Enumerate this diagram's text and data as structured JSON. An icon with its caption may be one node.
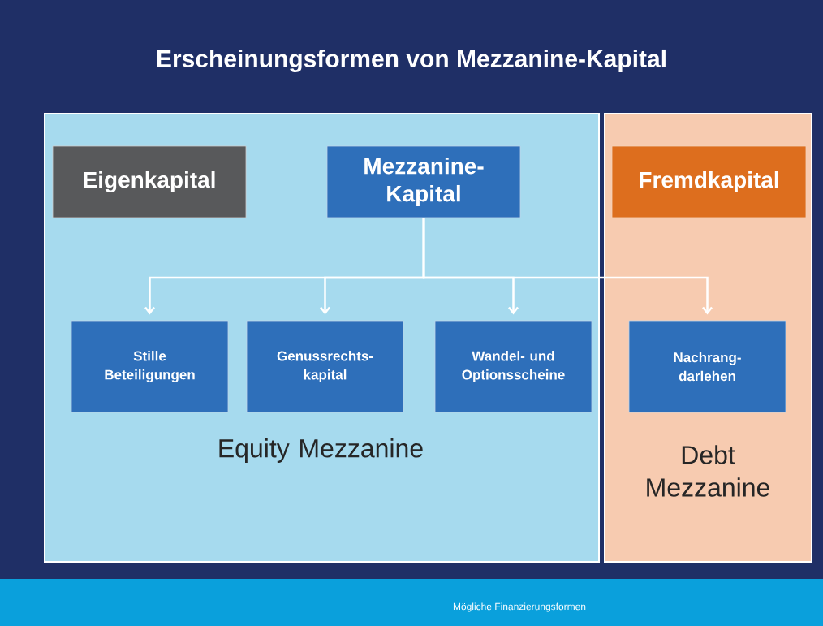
{
  "diagram": {
    "title": "Erscheinungsformen von Mezzanine-Kapital",
    "nodes": [
      {
        "text": [
          "Equity Mezzanine"
        ]
      },
      {
        "text": [
          "Debt Mezzanine"
        ]
      },
      {
        "text": [
          "Eigenkapital"
        ],
        "in": 0
      },
      {
        "text": [
          "Mezzanine- Kapital"
        ],
        "in": 0
      },
      {
        "text": [
          "Fremdkapital"
        ],
        "in": 1
      },
      {
        "text": [
          "Stille Beteiligungen"
        ],
        "in": 0
      },
      {
        "text": [
          "Genussrechts- kapital"
        ],
        "in": 0
      },
      {
        "text": [
          "Wandel- und Optionsscheine"
        ],
        "in": 0
      },
      {
        "text": [
          "Nachrang- darlehen"
        ],
        "in": 1
      }
    ],
    "edges": [
      {
        "from": 3,
        "to": 5,
        "arrow": "to"
      },
      {
        "from": 3,
        "to": 6,
        "arrow": "to"
      },
      {
        "from": 3,
        "to": 7,
        "arrow": "to"
      },
      {
        "from": 3,
        "to": 8,
        "arrow": "to"
      }
    ],
    "labels": [
      "Mögliche Finanzierungsformen"
    ]
  }
}
